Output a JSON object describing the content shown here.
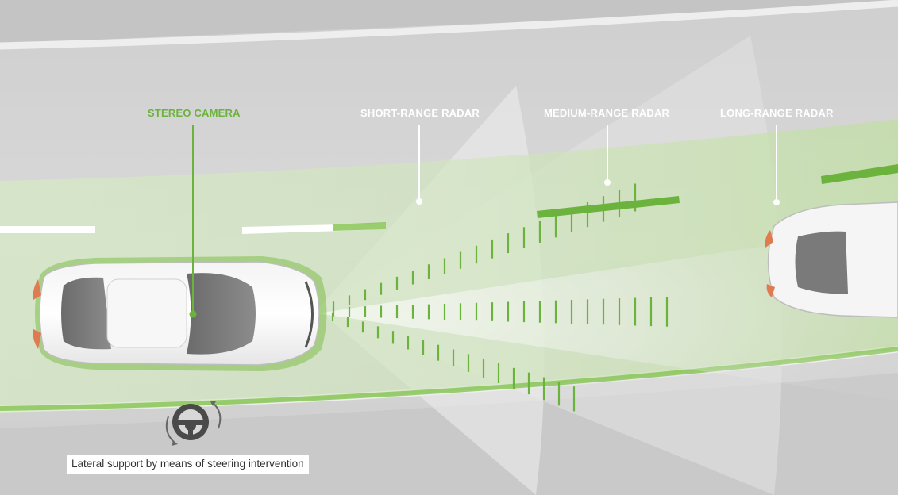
{
  "labels": {
    "stereo_camera": "STEREO CAMERA",
    "short_range_radar": "SHORT-RANGE RADAR",
    "medium_range_radar": "MEDIUM-RANGE RADAR",
    "long_range_radar": "LONG-RANGE RADAR"
  },
  "caption": "Lateral support by means of steering intervention",
  "colors": {
    "accent_green": "#6cb33e",
    "road_gray": "#d2d2d2",
    "label_white": "#ffffff"
  },
  "icons": {
    "steering": "steering-wheel-icon"
  }
}
